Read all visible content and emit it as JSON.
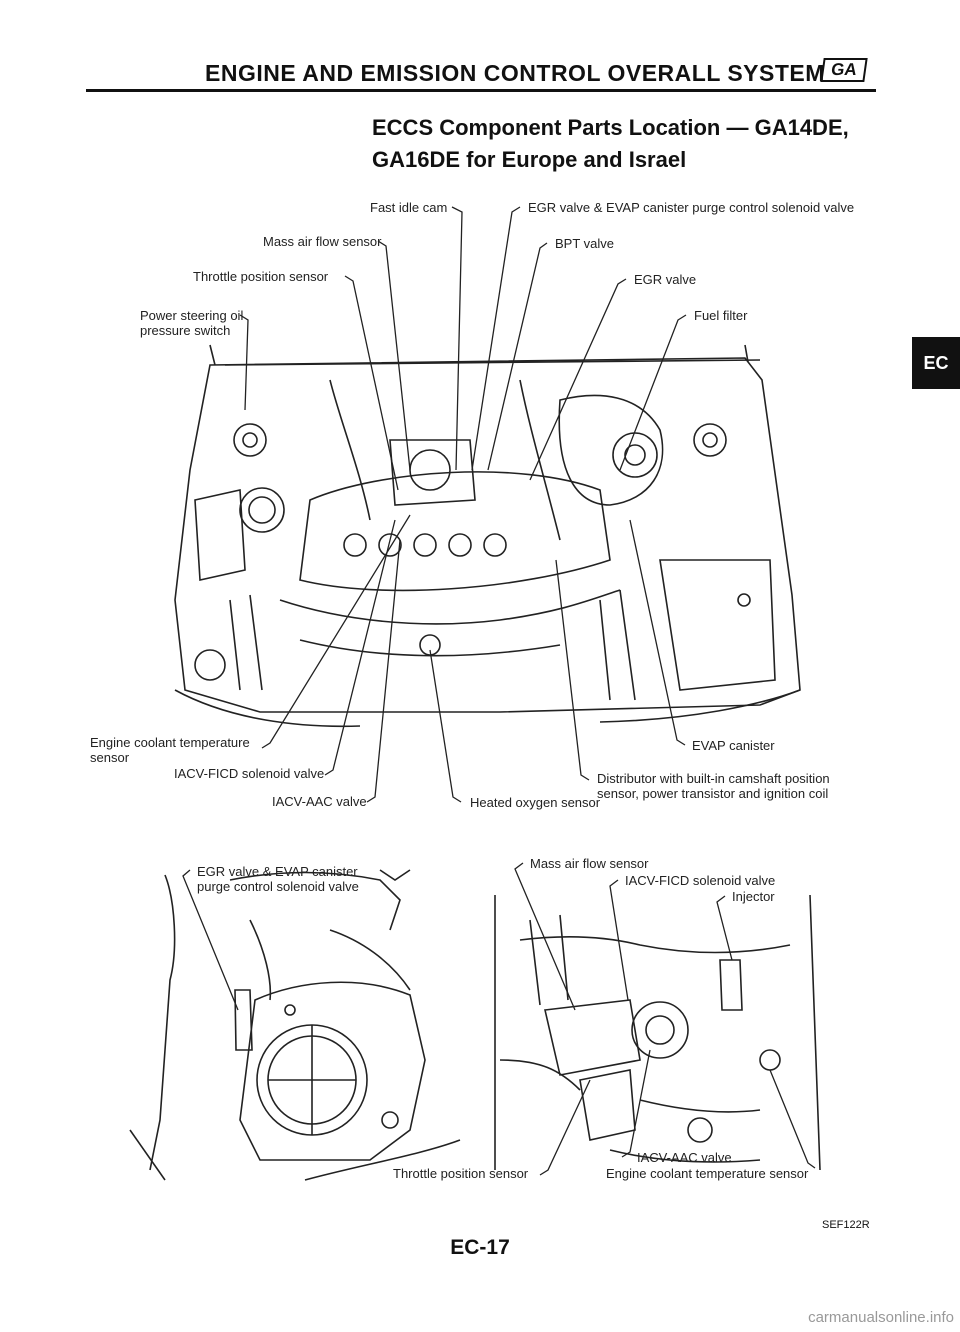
{
  "header": {
    "title": "ENGINE AND EMISSION CONTROL OVERALL SYSTEM",
    "badge": "GA"
  },
  "subtitle": "ECCS Component Parts Location — GA14DE,\nGA16DE for Europe and Israel",
  "side_tab": "EC",
  "main_diagram": {
    "labels": {
      "fast_idle_cam": "Fast idle cam",
      "egr_evap_valve": "EGR valve & EVAP canister purge control solenoid valve",
      "mass_air_flow": "Mass air flow sensor",
      "bpt_valve": "BPT valve",
      "throttle_position": "Throttle position sensor",
      "egr_valve": "EGR valve",
      "ps_oil_switch": "Power steering oil\npressure switch",
      "fuel_filter": "Fuel filter",
      "coolant_temp": "Engine coolant temperature\nsensor",
      "evap_canister": "EVAP canister",
      "iacv_ficd": "IACV-FICD solenoid valve",
      "distributor": "Distributor with built-in camshaft position\nsensor, power transistor and ignition coil",
      "iacv_aac": "IACV-AAC valve",
      "heated_o2": "Heated oxygen sensor"
    }
  },
  "detail_left": {
    "labels": {
      "egr_evap_valve": "EGR valve & EVAP canister\npurge control solenoid valve"
    }
  },
  "detail_right": {
    "labels": {
      "mass_air_flow": "Mass air flow sensor",
      "iacv_ficd": "IACV-FICD solenoid valve",
      "injector": "Injector",
      "throttle_position": "Throttle position sensor",
      "iacv_aac": "IACV-AAC valve",
      "coolant_temp": "Engine coolant temperature sensor"
    }
  },
  "footer": {
    "ref_code": "SEF122R",
    "page_number": "EC-17",
    "watermark": "carmanualsonline.info"
  }
}
